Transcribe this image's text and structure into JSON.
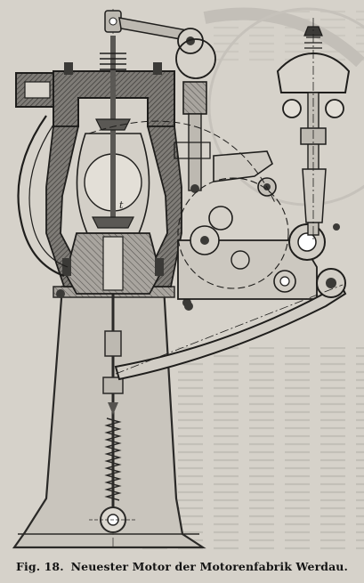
{
  "figure": {
    "label": "Fig. 18.",
    "title": "Neuester Motor der Motorenfabrik Werdau."
  },
  "annotations": {
    "valve_marker": "t"
  }
}
